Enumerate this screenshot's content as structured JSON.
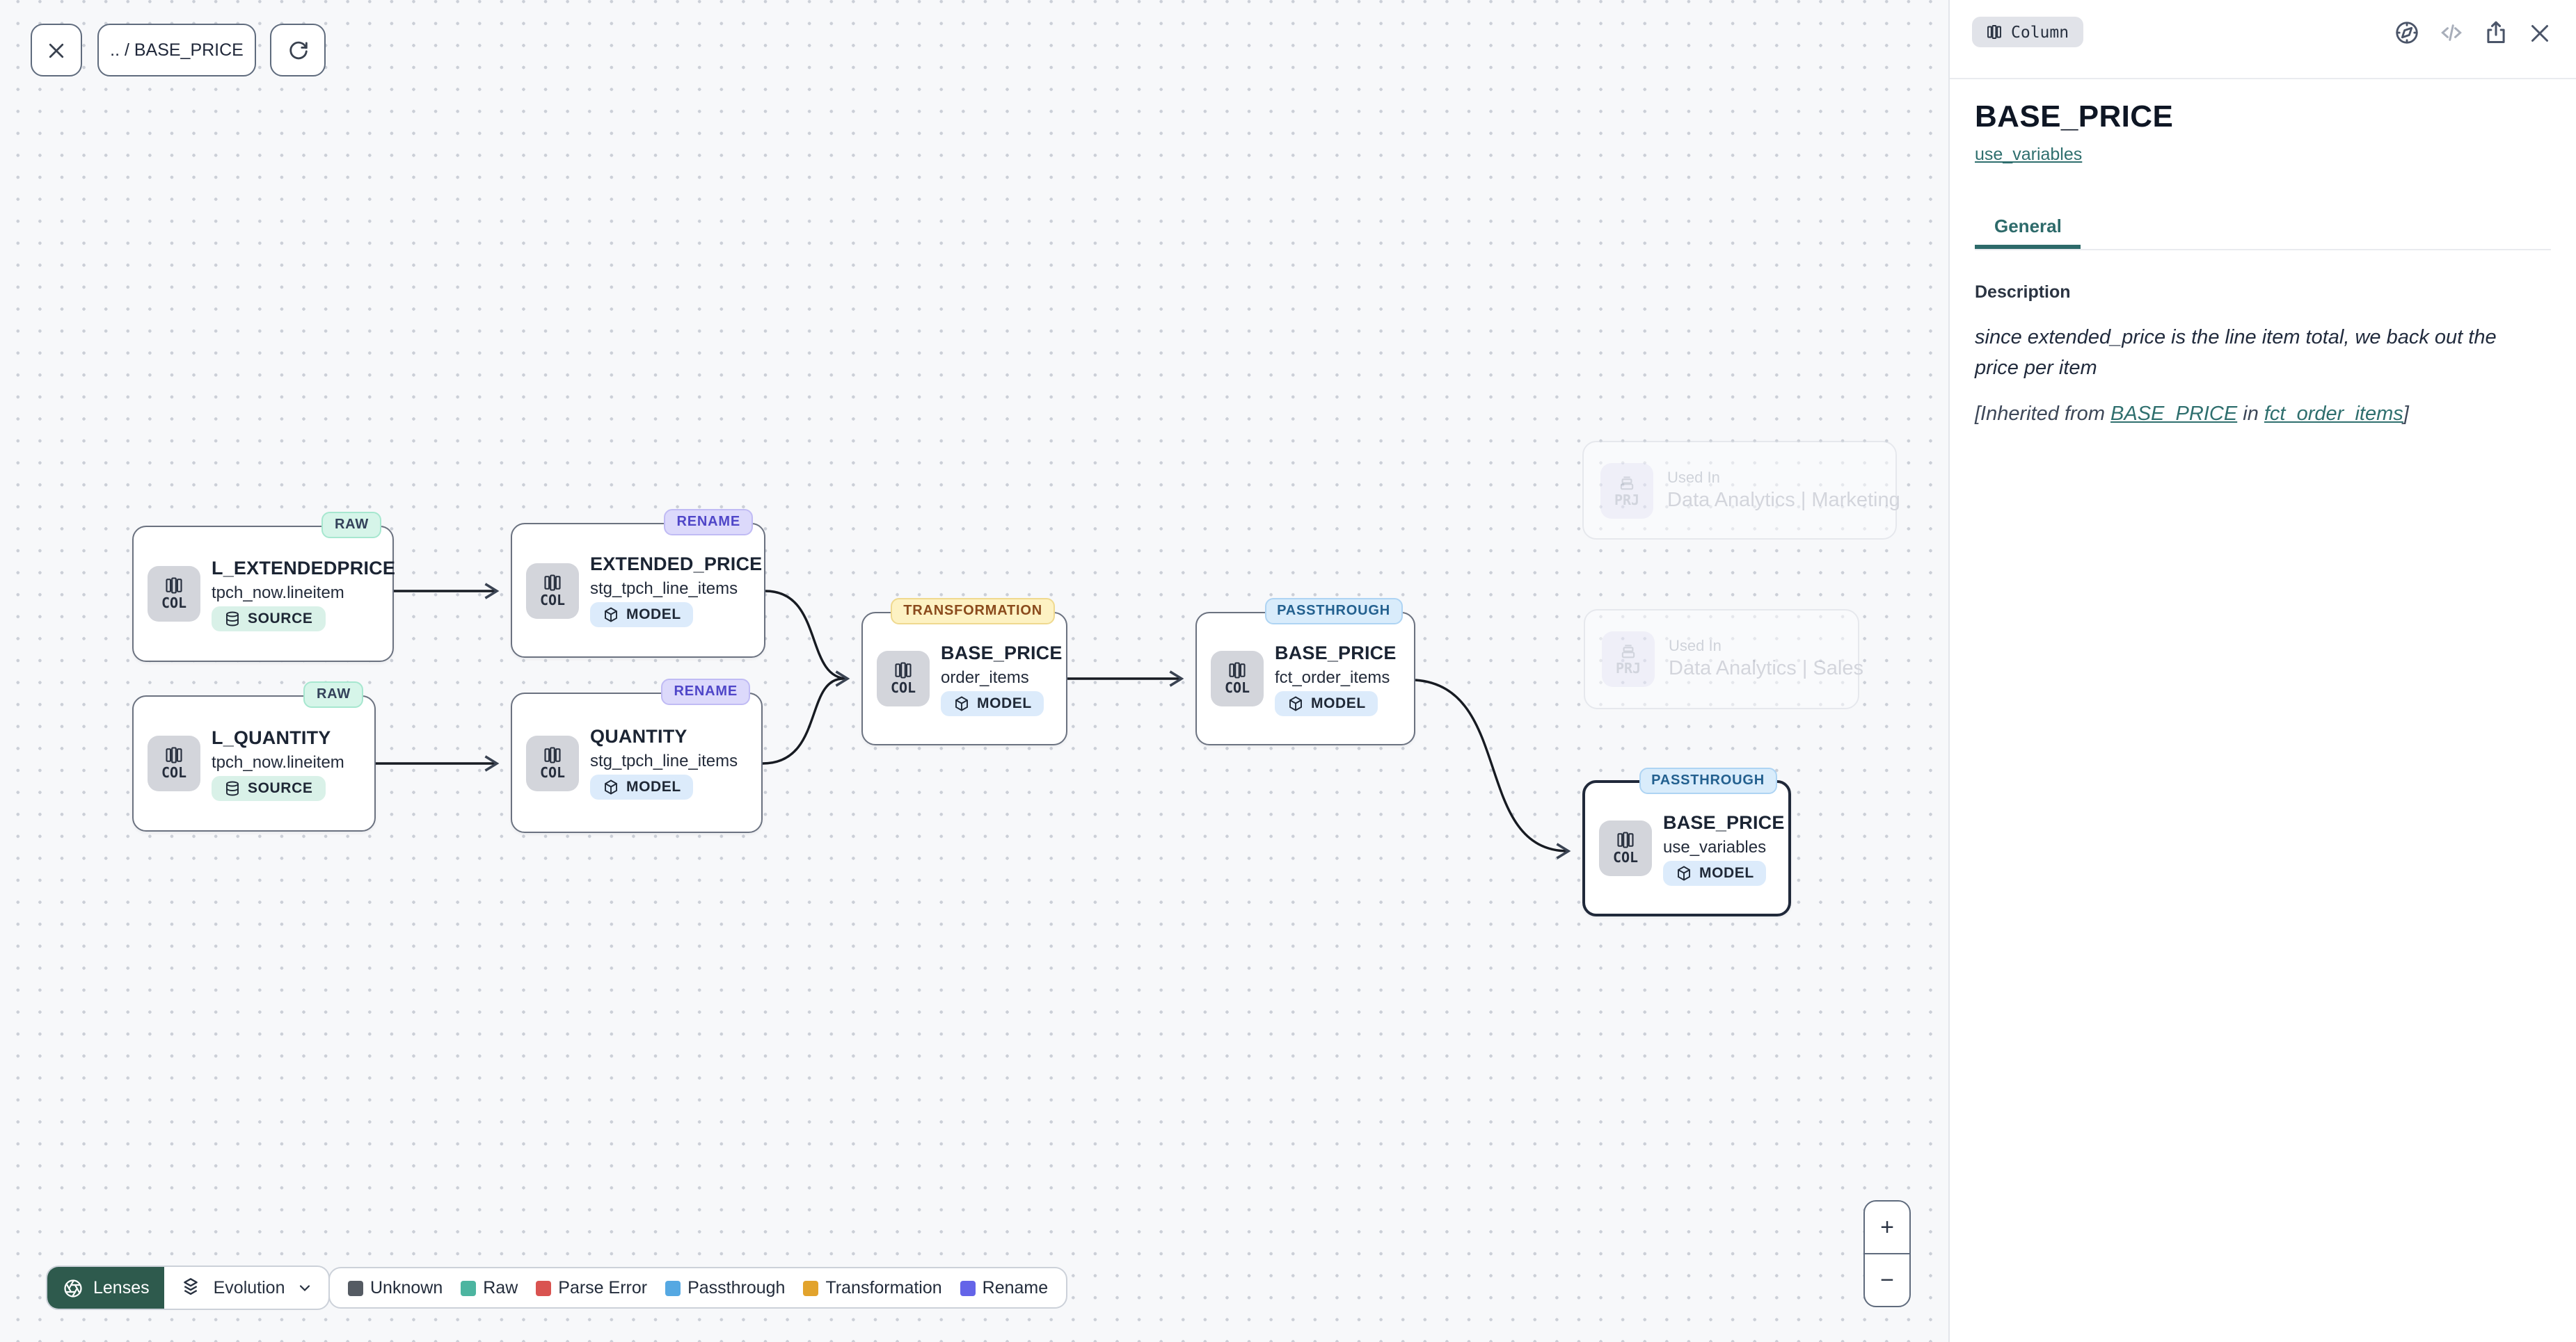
{
  "toolbar": {
    "breadcrumb": ".. / BASE_PRICE"
  },
  "canvas": {
    "nodes": [
      {
        "badge": "RAW",
        "title": "L_EXTENDEDPRICE",
        "subtitle": "tpch_now.lineitem",
        "chip": "COL",
        "type": "SOURCE"
      },
      {
        "badge": "RENAME",
        "title": "EXTENDED_PRICE",
        "subtitle": "stg_tpch_line_items",
        "chip": "COL",
        "type": "MODEL"
      },
      {
        "badge": "RAW",
        "title": "L_QUANTITY",
        "subtitle": "tpch_now.lineitem",
        "chip": "COL",
        "type": "SOURCE"
      },
      {
        "badge": "RENAME",
        "title": "QUANTITY",
        "subtitle": "stg_tpch_line_items",
        "chip": "COL",
        "type": "MODEL"
      },
      {
        "badge": "TRANSFORMATION",
        "title": "BASE_PRICE",
        "subtitle": "order_items",
        "chip": "COL",
        "type": "MODEL"
      },
      {
        "badge": "PASSTHROUGH",
        "title": "BASE_PRICE",
        "subtitle": "fct_order_items",
        "chip": "COL",
        "type": "MODEL"
      },
      {
        "badge": "PASSTHROUGH",
        "title": "BASE_PRICE",
        "subtitle": "use_variables",
        "chip": "COL",
        "type": "MODEL"
      }
    ],
    "used_in": [
      {
        "chip": "PRJ",
        "label": "Used In",
        "value": "Data Analytics | Marketing"
      },
      {
        "chip": "PRJ",
        "label": "Used In",
        "value": "Data Analytics | Sales"
      }
    ]
  },
  "lenses": {
    "button": "Lenses",
    "dropdown": "Evolution"
  },
  "legend": {
    "items": [
      {
        "label": "Unknown",
        "color": "#555b63"
      },
      {
        "label": "Raw",
        "color": "#4cb5a0"
      },
      {
        "label": "Parse Error",
        "color": "#d95350"
      },
      {
        "label": "Passthrough",
        "color": "#55a8e2"
      },
      {
        "label": "Transformation",
        "color": "#e2a32c"
      },
      {
        "label": "Rename",
        "color": "#6464e8"
      }
    ]
  },
  "zoom_controls": {
    "zoom_in": "+",
    "zoom_out": "−"
  },
  "panel": {
    "type_chip": "Column",
    "title": "BASE_PRICE",
    "model_link": "use_variables",
    "tab_general": "General",
    "description": {
      "heading": "Description",
      "text": "since extended_price is the line item total, we back out the price per item",
      "inherited_prefix": "[Inherited from ",
      "inherited_link1": "BASE_PRICE",
      "inherited_mid": " in ",
      "inherited_link2": "fct_order_items",
      "inherited_suffix": "]"
    }
  },
  "icons": {
    "close": "x-icon",
    "refresh": "circular-arrow-icon",
    "column": "columns-icon",
    "source": "database-icon",
    "model": "cube-icon",
    "project": "stacked-boxes-icon",
    "lenses": "aperture-icon",
    "evolution": "layers-icon",
    "dropdown": "chevron-down-icon",
    "panel_tools": [
      "compass-icon",
      "code-icon",
      "share-icon",
      "close-icon"
    ]
  },
  "colors": {
    "accent_teal": "#2d6a6a",
    "lenses_button_bg": "#2e5a4d",
    "canvas_bg": "#f7f8fa",
    "node_border": "#6b7280",
    "selected_node_border": "#20293a",
    "badge_raw_bg": "#d6f5e9",
    "badge_rename_bg": "#dcd9fb",
    "badge_transformation_bg": "#fdf2c3",
    "badge_passthrough_bg": "#d9ecfb"
  }
}
